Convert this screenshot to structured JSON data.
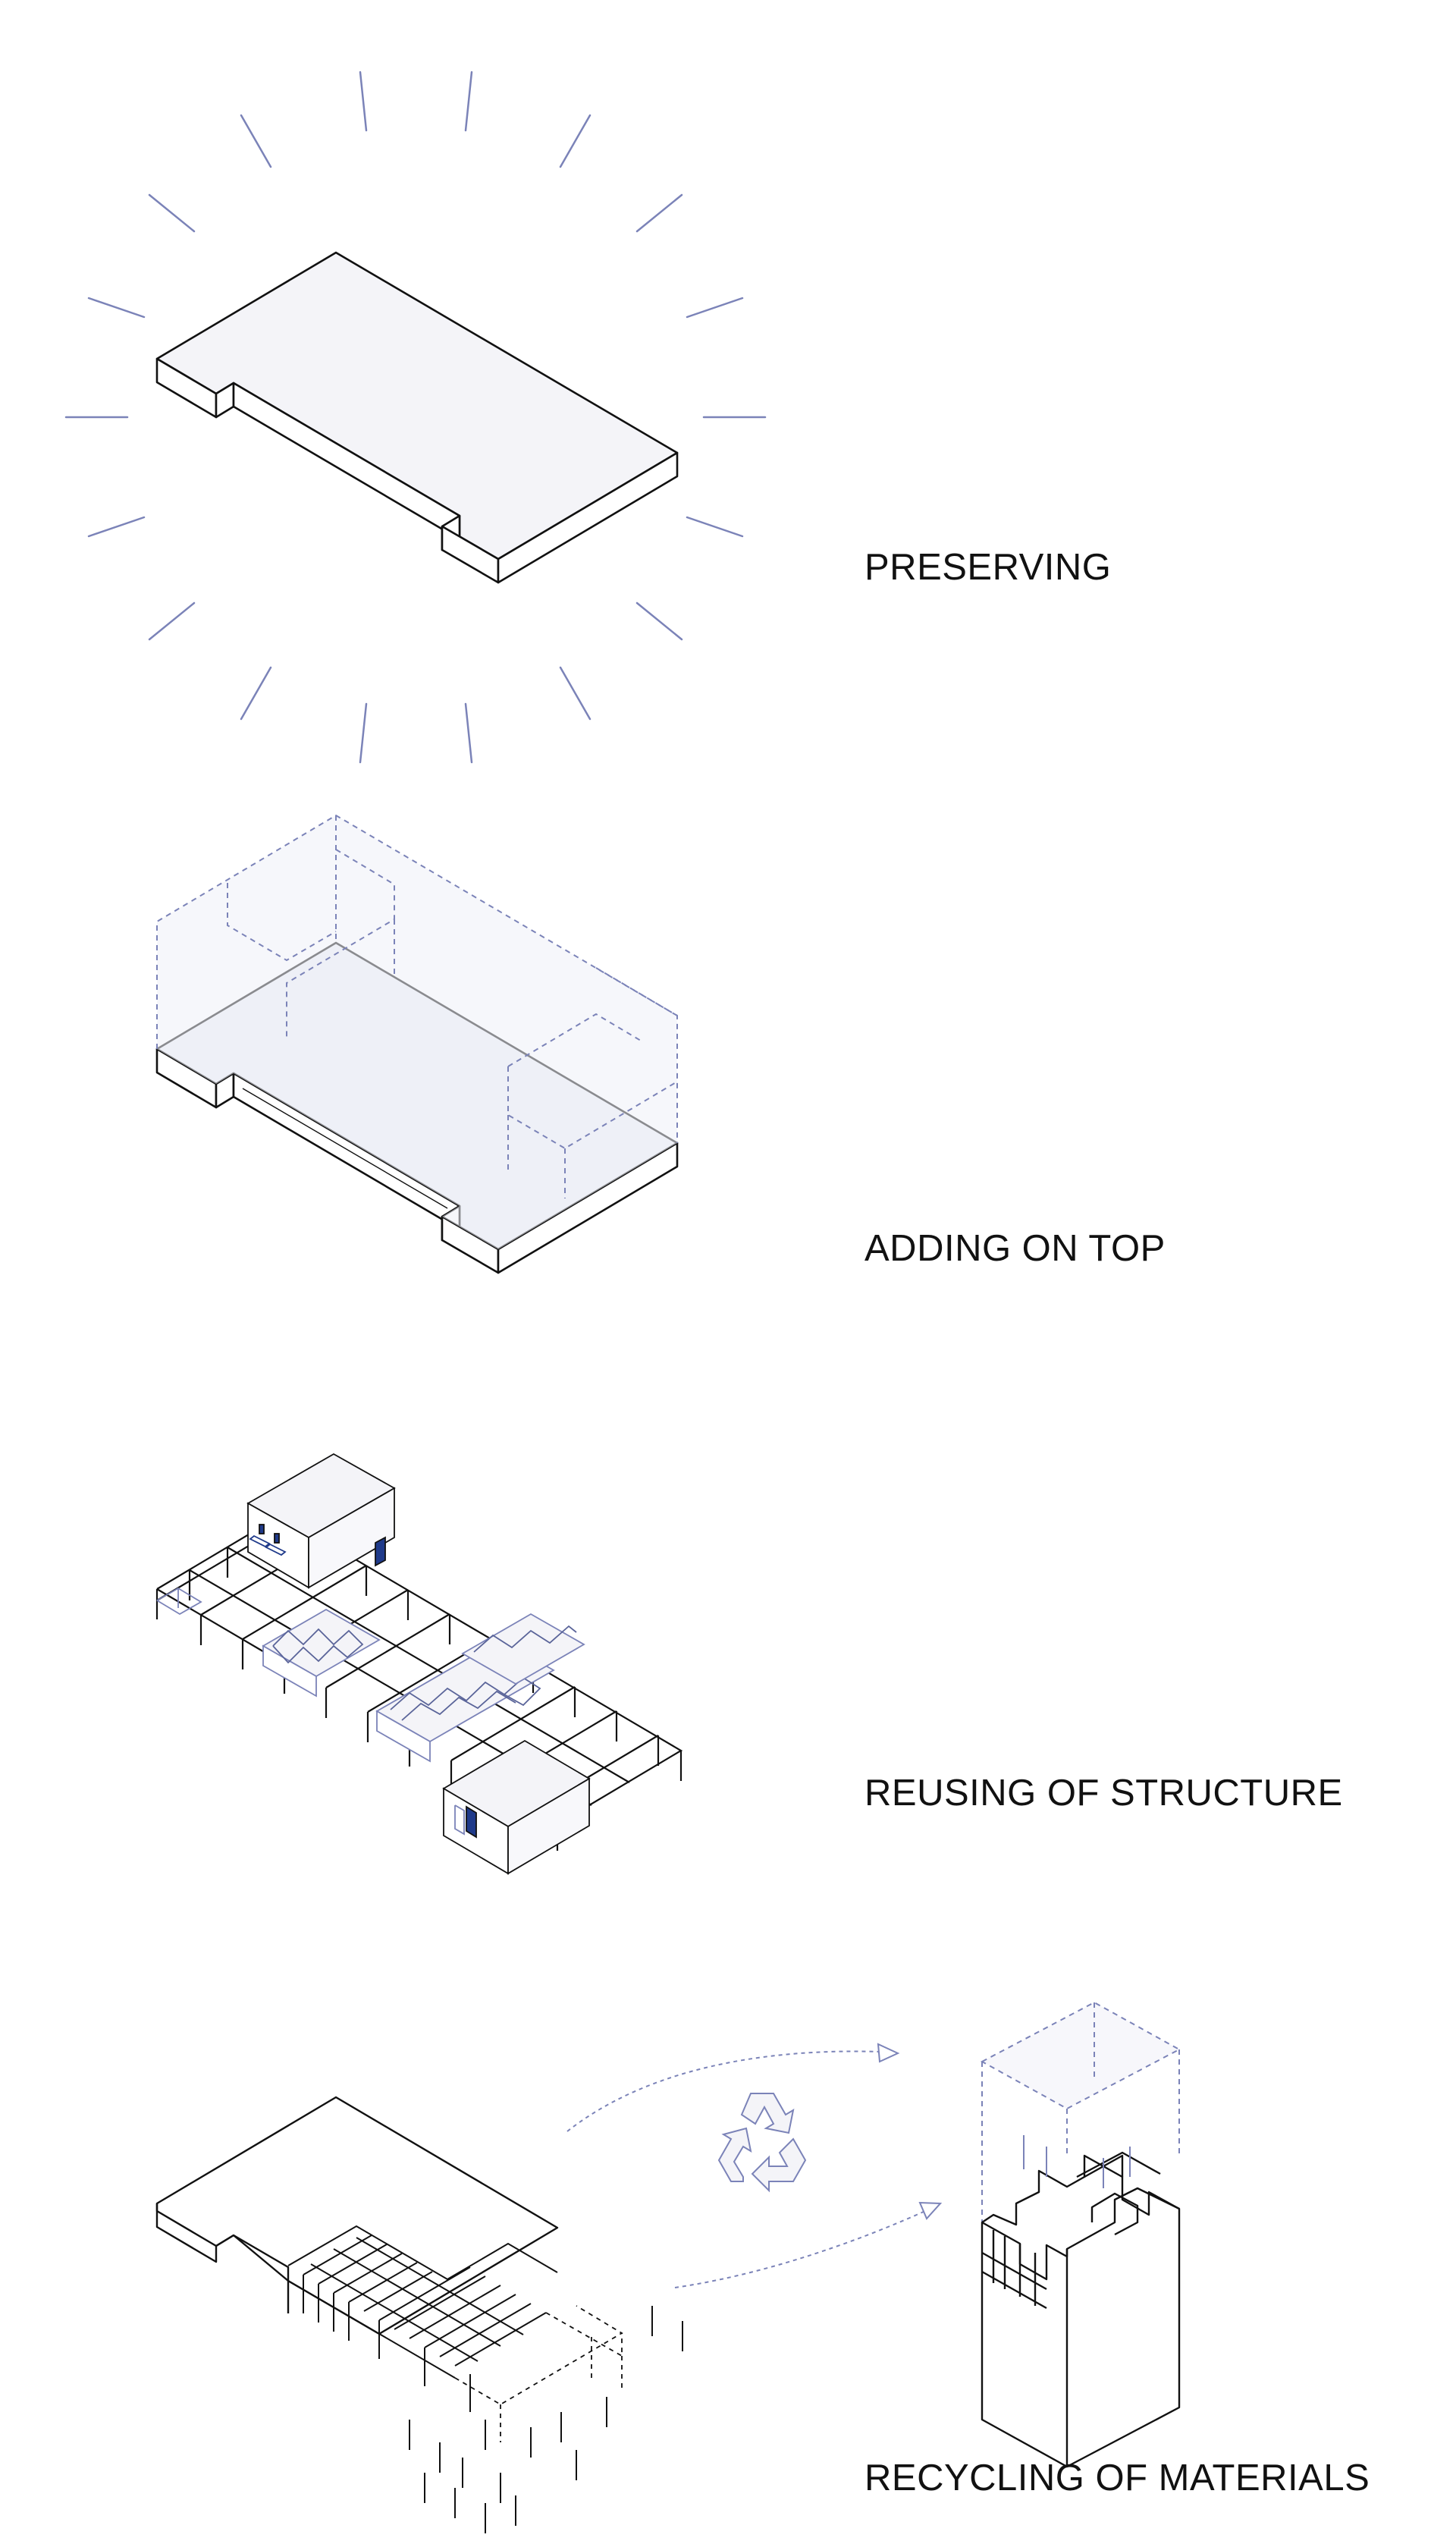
{
  "captions": {
    "preserving": "PRESERVING",
    "adding_on_top": "ADDING ON TOP",
    "reusing_of_structure": "REUSING OF STRUCTURE",
    "recycling_of_materials": "RECYCLING OF MATERIALS"
  },
  "colors": {
    "outline": "#111111",
    "accent": "#7b83b8",
    "box_fill": "#f4f4f8",
    "ghost_fill": "#eef0f7",
    "door": "#1f3a8a"
  },
  "icons": [
    "glow-rays-icon",
    "recycle-icon",
    "door-icon",
    "arrow-icon"
  ]
}
